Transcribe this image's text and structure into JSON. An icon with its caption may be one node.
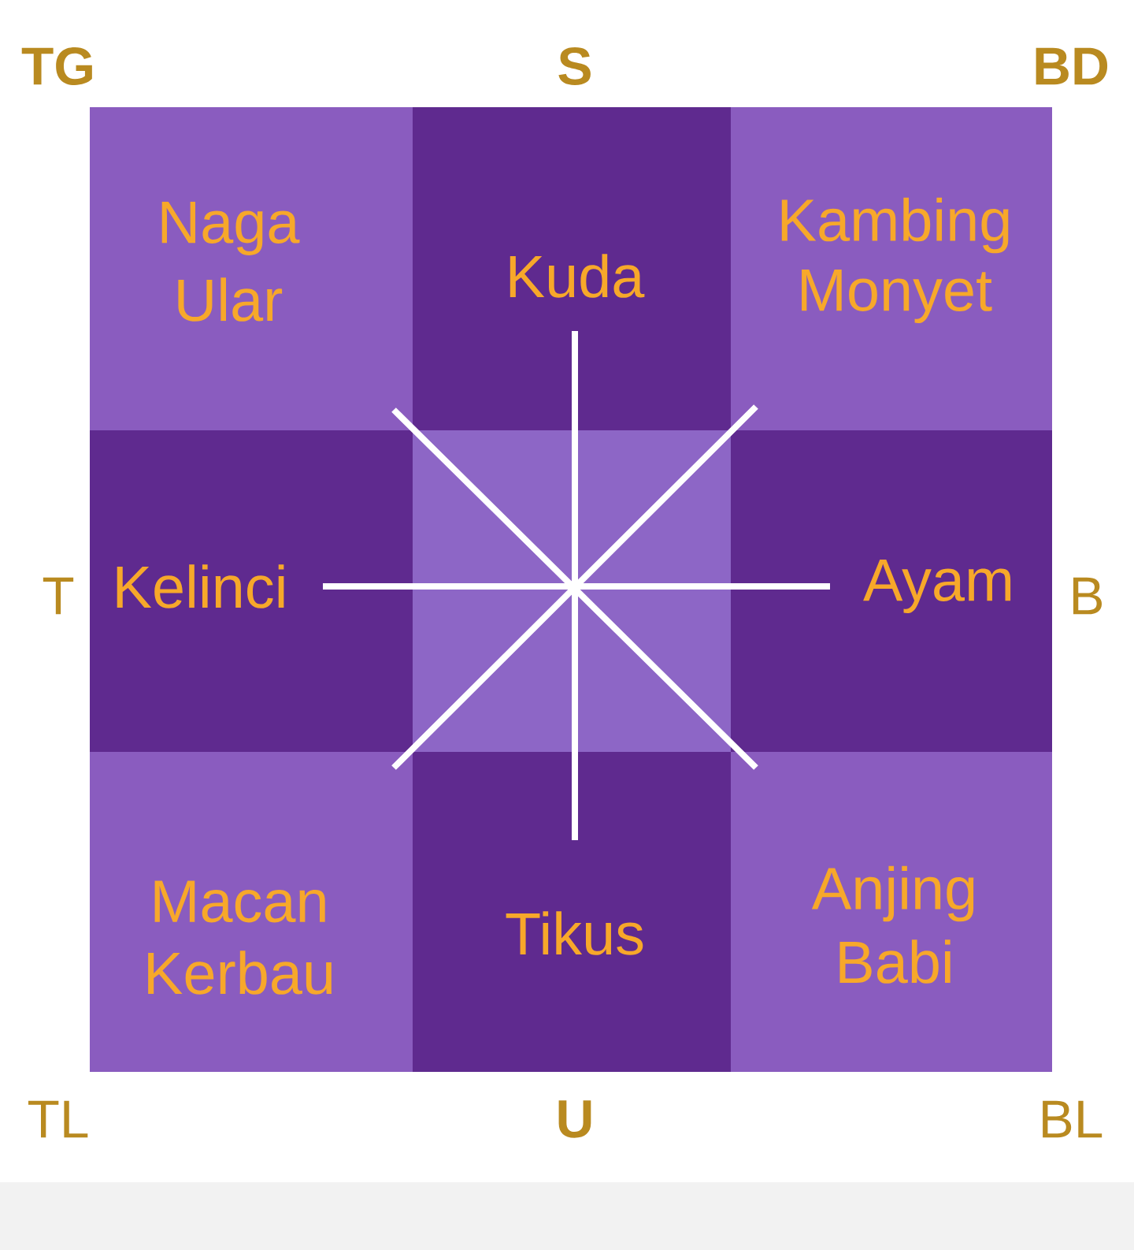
{
  "diagram": {
    "nodes": [
      {
        "text": [
          "Naga",
          "Ular"
        ]
      },
      {
        "text": [
          "Kuda"
        ]
      },
      {
        "text": [
          "Kambing",
          "Monyet"
        ]
      },
      {
        "text": [
          "Kelinci"
        ]
      },
      {
        "text": [],
        "shape": "box"
      },
      {
        "text": [
          "Ayam"
        ]
      },
      {
        "text": [
          "Macan",
          "Kerbau"
        ]
      },
      {
        "text": [
          "Tikus"
        ]
      },
      {
        "text": [
          "Anjing",
          "Babi"
        ]
      }
    ],
    "labels": [
      "TG",
      "S",
      "BD",
      "T",
      "B",
      "TL",
      "U",
      "BL"
    ]
  }
}
